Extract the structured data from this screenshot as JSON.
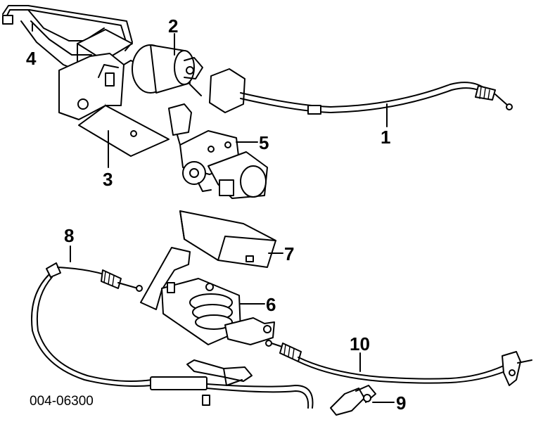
{
  "diagram": {
    "callouts": [
      {
        "id": "1",
        "label": "1"
      },
      {
        "id": "2",
        "label": "2"
      },
      {
        "id": "3",
        "label": "3"
      },
      {
        "id": "4",
        "label": "4"
      },
      {
        "id": "5",
        "label": "5"
      },
      {
        "id": "6",
        "label": "6"
      },
      {
        "id": "7",
        "label": "7"
      },
      {
        "id": "8",
        "label": "8"
      },
      {
        "id": "9",
        "label": "9"
      },
      {
        "id": "10",
        "label": "10"
      }
    ],
    "reference_number": "004-06300"
  }
}
